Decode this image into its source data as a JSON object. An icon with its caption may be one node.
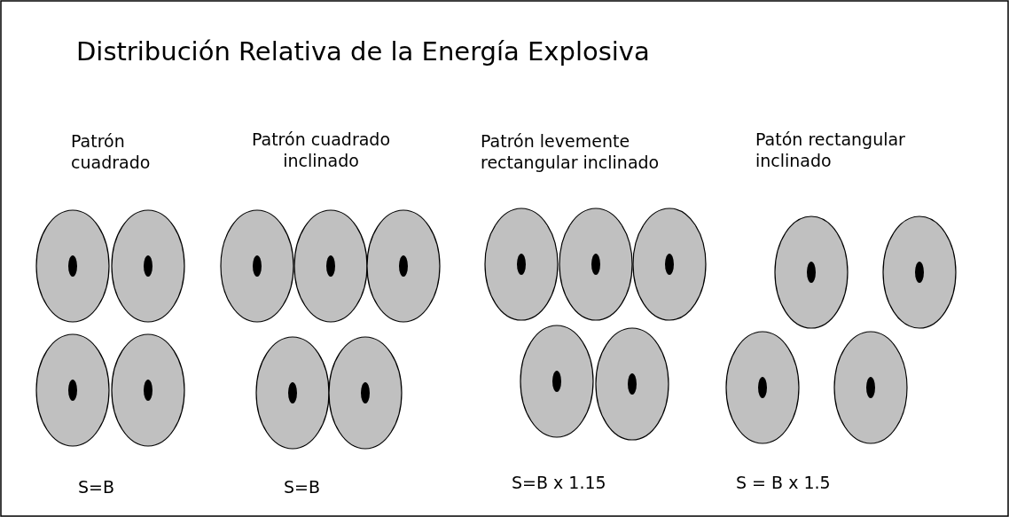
{
  "diagram": {
    "title": "Distribución Relativa de la Energía Explosiva",
    "labels": [
      "Patrón cuadrado",
      "Patrón cuadrado inclinado",
      "Patrón levemente rectangular inclinado",
      "Patón rectangular inclinado",
      "S=B",
      "S=B",
      "S=B x 1.15",
      "S = B x 1.5"
    ]
  }
}
